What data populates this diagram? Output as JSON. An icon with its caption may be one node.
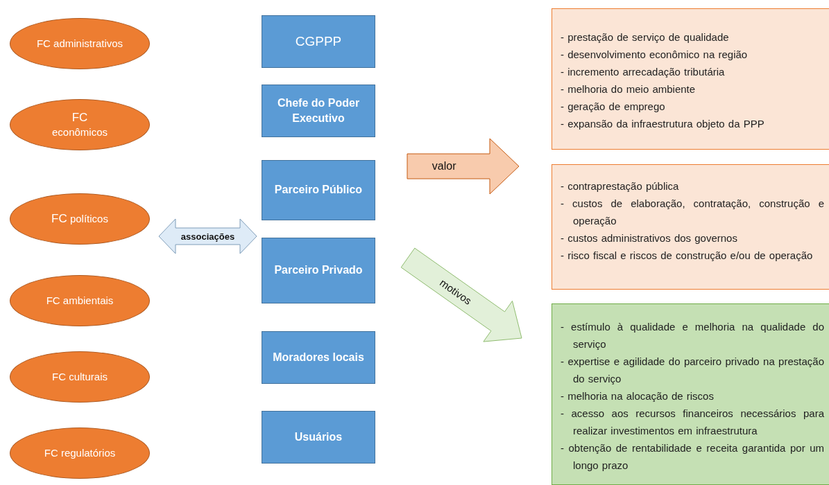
{
  "diagram": {
    "nodes": [
      {
        "text": [
          "FC administrativos"
        ]
      },
      {
        "text": [
          "**FC** econômicos"
        ]
      },
      {
        "text": [
          "**FC** políticos"
        ]
      },
      {
        "text": [
          "FC ambientais"
        ]
      },
      {
        "text": [
          "FC culturais"
        ]
      },
      {
        "text": [
          "FC regulatórios"
        ]
      },
      {
        "text": [
          "CGPPP"
        ]
      },
      {
        "text": [
          "Chefe do Poder Executivo"
        ]
      },
      {
        "text": [
          "Parceiro Público"
        ]
      },
      {
        "text": [
          "Parceiro Privado"
        ]
      },
      {
        "text": [
          "Moradores locais"
        ]
      },
      {
        "text": [
          "Usuários"
        ]
      },
      {
        "text": [
          "- prestação de serviço de qualidade",
          "- desenvolvimento econômico na região",
          "- incremento arrecadação tributária",
          "- melhoria do meio ambiente",
          "- geração de emprego",
          "- expansão da infraestrutura objeto da PPP"
        ]
      },
      {
        "text": [
          "- contraprestação pública",
          "- custos de elaboração, contratação, construção e operação",
          "- custos administrativos dos governos",
          "- risco fiscal e riscos de construção e/ou de operação"
        ]
      },
      {
        "text": [
          "- estímulo à qualidade e melhoria na qualidade do serviço",
          "- expertise e agilidade do parceiro privado na prestação do serviço",
          "- melhoria na alocação de riscos",
          "- acesso aos recursos financeiros necessários para realizar investimentos em infraestrutura",
          "- obtenção de rentabilidade e receita garantida por um longo prazo"
        ]
      }
    ],
    "edges": [
      {
        "from": 2,
        "to": 9,
        "arrow": "both",
        "label": "associações",
        "color": "#deebf7"
      },
      {
        "from": 8,
        "to": 13,
        "arrow": "to",
        "label": "valor",
        "color": "#f8cbad"
      },
      {
        "from": 9,
        "to": 14,
        "arrow": "to",
        "label": "motivos",
        "color": "#e2f0d9"
      }
    ]
  }
}
